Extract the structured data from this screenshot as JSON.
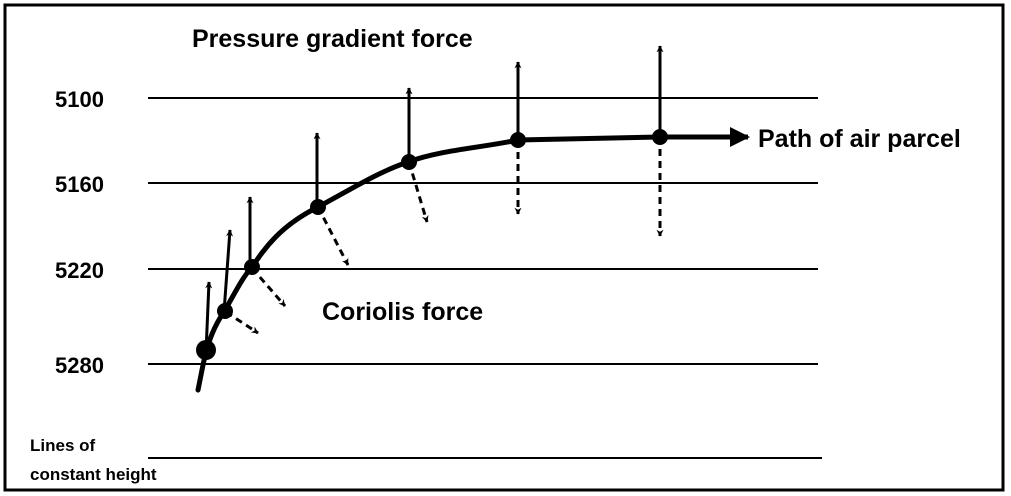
{
  "labels": {
    "pressure_gradient_force": "Pressure gradient force",
    "coriolis_force": "Coriolis force",
    "path_of_air_parcel": "Path of air parcel",
    "lines_of_constant_height_1": "Lines of",
    "lines_of_constant_height_2": "constant height"
  },
  "height_lines": [
    "5100",
    "5160",
    "5220",
    "5280"
  ],
  "colors": {
    "stroke": "#000000",
    "background": "#ffffff"
  }
}
